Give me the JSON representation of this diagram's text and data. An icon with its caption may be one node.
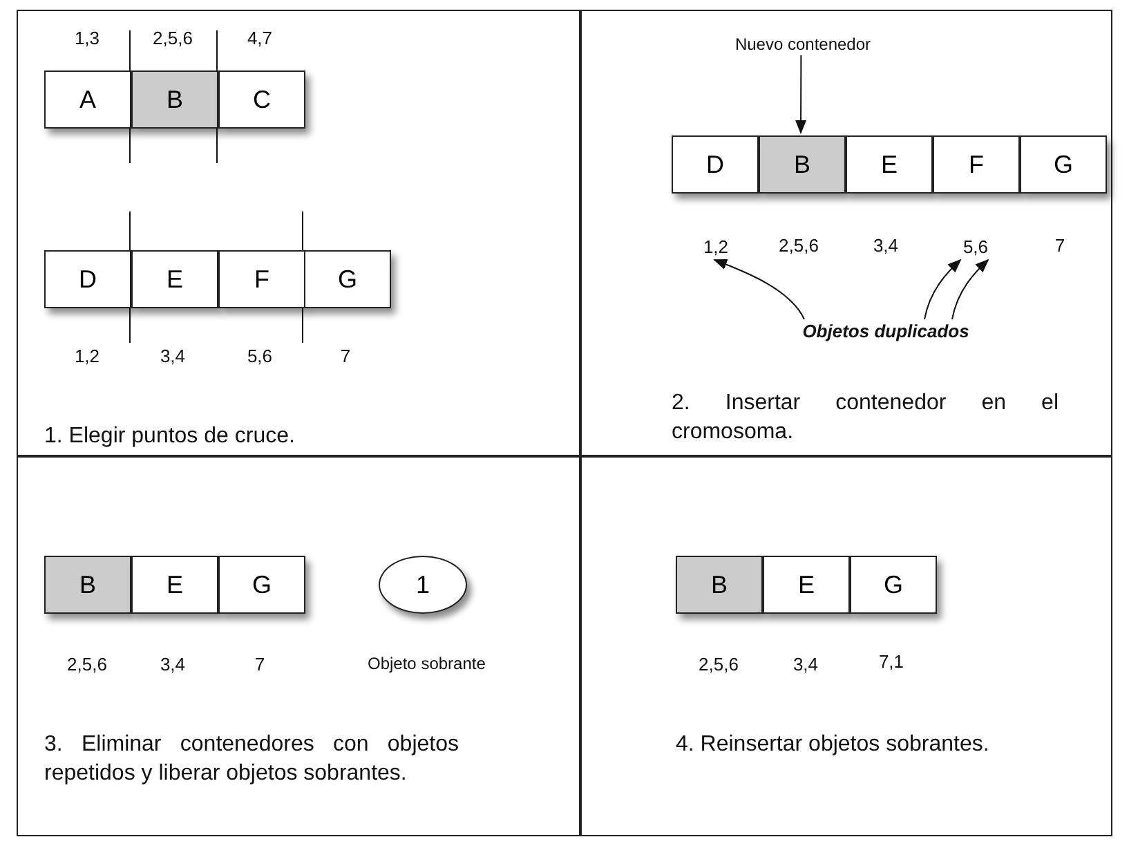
{
  "diagram": {
    "nodes": [
      {
        "text": [
          "1. Elegir puntos de cruce."
        ]
      },
      {
        "text": [
          "A"
        ],
        "in": 0
      },
      {
        "text": [
          "B"
        ],
        "in": 0
      },
      {
        "text": [
          "C"
        ],
        "in": 0
      },
      {
        "text": [
          "D"
        ],
        "in": 0
      },
      {
        "text": [
          "E"
        ],
        "in": 0
      },
      {
        "text": [
          "F"
        ],
        "in": 0
      },
      {
        "text": [
          "G"
        ],
        "in": 0
      },
      {
        "text": [
          "2. Insertar contenedor en el cromosoma."
        ]
      },
      {
        "text": [
          "Nuevo contenedor"
        ],
        "in": 8
      },
      {
        "text": [
          "D"
        ],
        "in": 8
      },
      {
        "text": [
          "B"
        ],
        "in": 8
      },
      {
        "text": [
          "E"
        ],
        "in": 8
      },
      {
        "text": [
          "F"
        ],
        "in": 8
      },
      {
        "text": [
          "G"
        ],
        "in": 8
      },
      {
        "text": [
          "1,2"
        ],
        "in": 8
      },
      {
        "text": [
          "5,6"
        ],
        "in": 8
      },
      {
        "text": [
          "Objetos duplicados"
        ],
        "in": 8
      },
      {
        "text": [
          "3. Eliminar contenedores con objetos repetidos y liberar objetos sobrantes."
        ]
      },
      {
        "text": [
          "B"
        ],
        "in": 18
      },
      {
        "text": [
          "E"
        ],
        "in": 18
      },
      {
        "text": [
          "G"
        ],
        "in": 18
      },
      {
        "text": [
          "1"
        ],
        "in": 18,
        "beside": [
          "Objeto sobrante"
        ]
      },
      {
        "text": [
          "4. Reinsertar objetos sobrantes."
        ]
      },
      {
        "text": [
          "B"
        ],
        "in": 23
      },
      {
        "text": [
          "E"
        ],
        "in": 23
      },
      {
        "text": [
          "G"
        ],
        "in": 23
      }
    ],
    "edges": [
      {
        "from": 9,
        "to": 11,
        "arrow": "to"
      },
      {
        "from": 17,
        "to": 15,
        "arrow": "to"
      },
      {
        "from": 17,
        "to": 16,
        "arrow": "to"
      },
      {
        "from": 17,
        "to": 16,
        "arrow": "to"
      }
    ],
    "labels": [
      "1,3",
      "2,5,6",
      "4,7",
      "1,2",
      "3,4",
      "5,6",
      "7",
      "2,5,6",
      "3,4",
      "7",
      "2,5,6",
      "3,4",
      "7",
      "2,5,6",
      "3,4",
      "7,1"
    ]
  }
}
